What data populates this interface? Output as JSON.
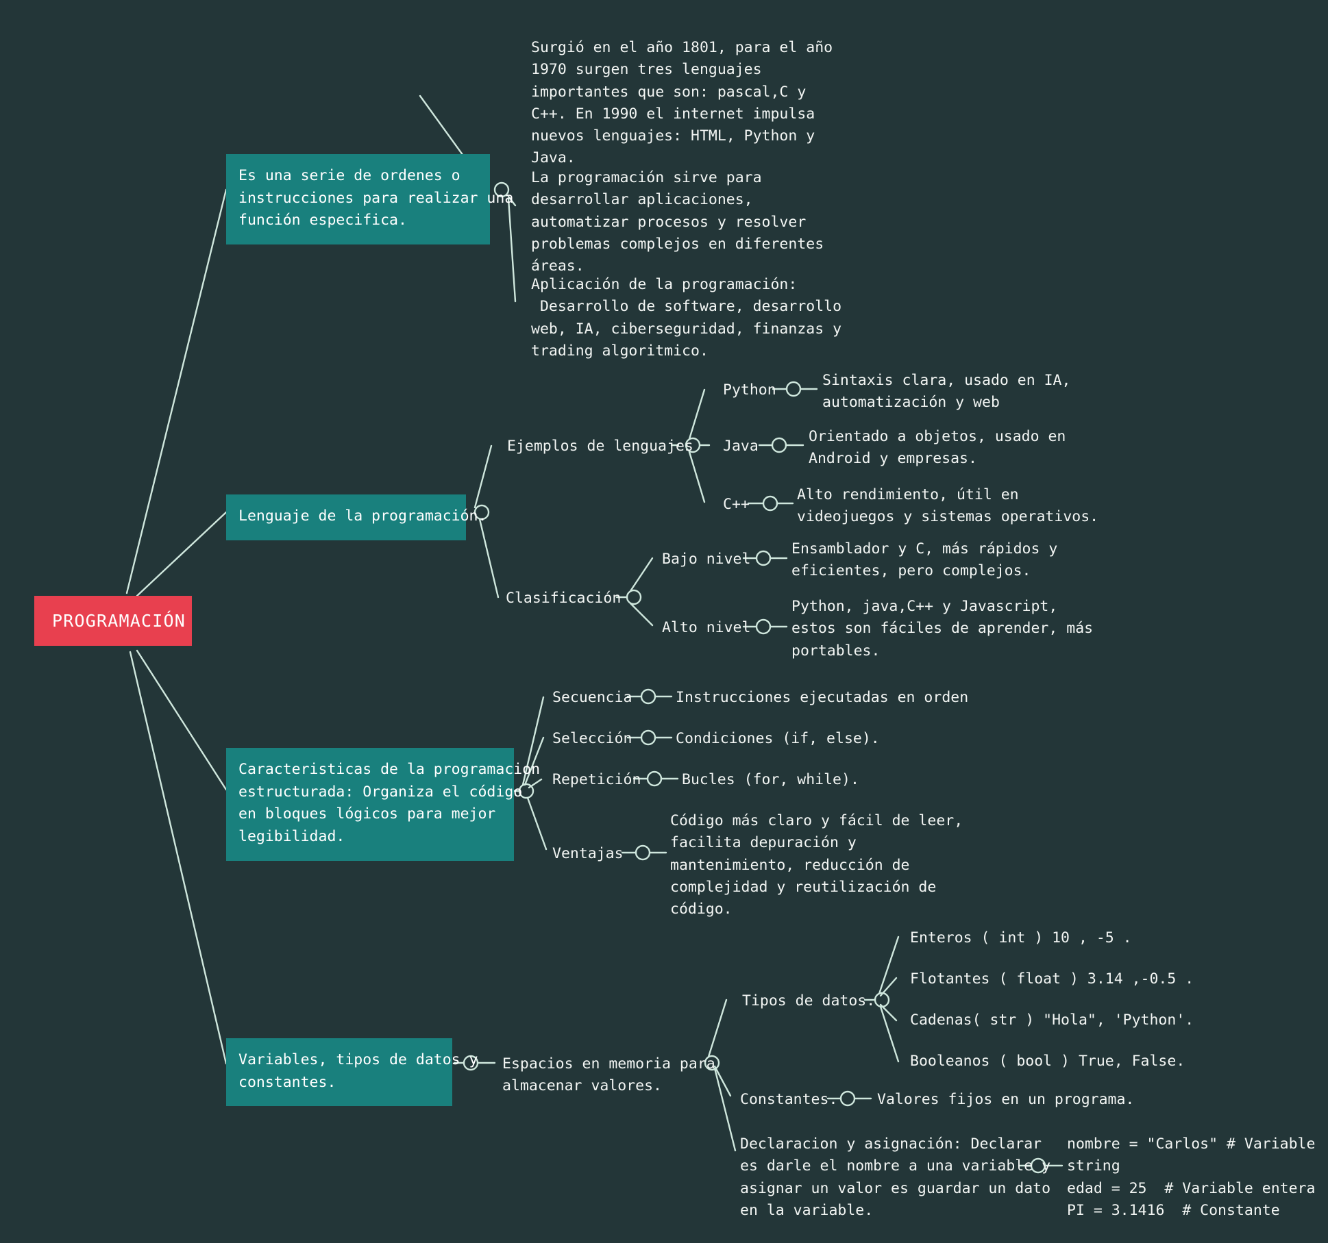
{
  "theme": {
    "background": "#233638",
    "branch_line": "#cfe7dd",
    "box_fill": "#19807d",
    "root_fill": "#e8404f",
    "text": "#f2f5f3"
  },
  "root": {
    "label": "PROGRAMACIÓN"
  },
  "branches": [
    {
      "id": "definicion",
      "box": "Es una serie de ordenes o\ninstrucciones para realizar una\nfunción especifica.",
      "children": [
        {
          "id": "historia",
          "text": "Surgió en el año 1801, para el año\n1970 surgen tres lenguajes\nimportantes que son: pascal,C y\nC++. En 1990 el internet impulsa\nnuevos lenguajes: HTML, Python y\nJava."
        },
        {
          "id": "para-que-sirve",
          "text": "La programación sirve para\ndesarrollar aplicaciones,\nautomatizar procesos y resolver\nproblemas complejos en diferentes\náreas."
        },
        {
          "id": "aplicacion",
          "text": "Aplicación de la programación:\n Desarrollo de software, desarrollo\nweb, IA, ciberseguridad, finanzas y\ntrading algoritmico."
        }
      ]
    },
    {
      "id": "lenguaje",
      "box": "Lenguaje de la programación.",
      "children": [
        {
          "id": "ejemplos-de-lenguajes",
          "label": "Ejemplos de lenguajes",
          "items": [
            {
              "id": "python",
              "label": "Python",
              "desc": "Sintaxis clara, usado en IA,\nautomatización y web"
            },
            {
              "id": "java",
              "label": "Java",
              "desc": "Orientado a objetos, usado en\nAndroid y empresas."
            },
            {
              "id": "cpp",
              "label": "C++",
              "desc": "Alto rendimiento, útil en\nvideojuegos y sistemas operativos."
            }
          ]
        },
        {
          "id": "clasificacion",
          "label": "Clasificación",
          "items": [
            {
              "id": "bajo-nivel",
              "label": "Bajo nivel",
              "desc": "Ensamblador y C, más rápidos y\neficientes, pero complejos."
            },
            {
              "id": "alto-nivel",
              "label": "Alto nivel",
              "desc": "Python, java,C++ y Javascript,\nestos son fáciles de aprender, más\nportables."
            }
          ]
        }
      ]
    },
    {
      "id": "caracteristicas",
      "box": "Caracteristicas de la programacion\nestructurada: Organiza el código\nen bloques lógicos para mejor\nlegibilidad.",
      "items": [
        {
          "id": "secuencia",
          "label": "Secuencia",
          "desc": "Instrucciones ejecutadas en orden"
        },
        {
          "id": "seleccion",
          "label": "Selección",
          "desc": "Condiciones (if, else)."
        },
        {
          "id": "repeticion",
          "label": "Repetición",
          "desc": "Bucles (for, while)."
        },
        {
          "id": "ventajas",
          "label": "Ventajas",
          "desc": "Código más claro y fácil de leer,\nfacilita depuración y\nmantenimiento, reducción de\ncomplejidad y reutilización de\ncódigo."
        }
      ]
    },
    {
      "id": "variables",
      "box": "Variables, tipos de datos y\nconstantes.",
      "intro": "Espacios en memoria para\nalmacenar valores.",
      "items": [
        {
          "id": "tipos-de-datos",
          "label": "Tipos de datos.",
          "values": [
            "Enteros ( int ) 10 , -5 .",
            "Flotantes ( float ) 3.14 ,-0.5 .",
            "Cadenas( str ) \"Hola\", 'Python'.",
            "Booleanos ( bool ) True, False."
          ]
        },
        {
          "id": "constantes",
          "label": "Constantes.",
          "desc": "Valores fijos en un programa."
        },
        {
          "id": "declaracion",
          "label": "Declaracion y asignación: Declarar\nes darle el nombre a una variable y\nasignar un valor es guardar un dato\nen la variable.",
          "code": "nombre = \"Carlos\" # Variable\nstring\nedad = 25  # Variable entera\nPI = 3.1416  # Constante"
        }
      ]
    }
  ]
}
